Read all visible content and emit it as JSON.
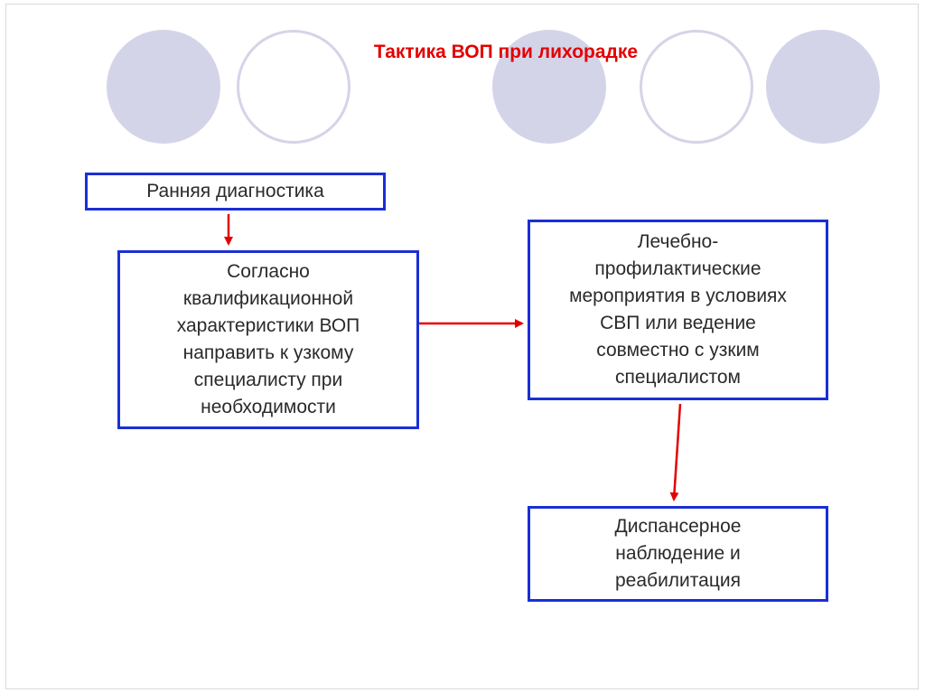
{
  "title": "Тактика ВОП при лихорадке",
  "boxes": {
    "early_diagnosis": "Ранняя диагностика",
    "referral": "Согласно\nквалификационной\nхарактеристики ВОП\nнаправить к узкому\nспециалисту при\nнеобходимости",
    "treatment": "Лечебно-\nпрофилактические\nмероприятия в условиях\nСВП или ведение\nсовместно с узким\nспециалистом",
    "dispensary": "Диспансерное\nнаблюдение и\nреабилитация"
  },
  "colors": {
    "title": "#e30000",
    "box_border": "#1a2fd6",
    "arrow": "#e30000",
    "circle": "#d4d4e9"
  }
}
